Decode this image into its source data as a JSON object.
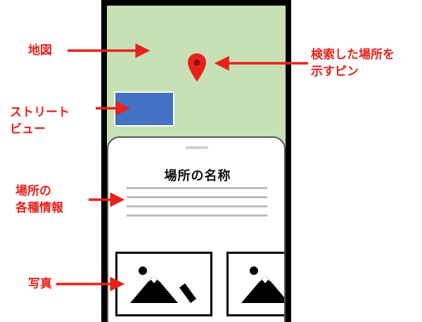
{
  "sheet": {
    "place_name": "場所の名称"
  },
  "callouts": {
    "map": "地図",
    "street_view_line1": "ストリート",
    "street_view_line2": "ビュー",
    "info_line1": "場所の",
    "info_line2": "各種情報",
    "photos": "写真",
    "pin_line1": "検索した場所を",
    "pin_line2": "示すピン"
  },
  "icons": {
    "pin": "map-pin-icon",
    "photo": "image-placeholder-icon"
  },
  "colors": {
    "map_background": "#c7e0b4",
    "street_view_thumbnail": "#4472c4",
    "pin": "#e8211c",
    "callout_text": "#e8211c",
    "arrow": "#e8211c",
    "phone_frame": "#000000",
    "info_lines": "#bdbdbd"
  }
}
